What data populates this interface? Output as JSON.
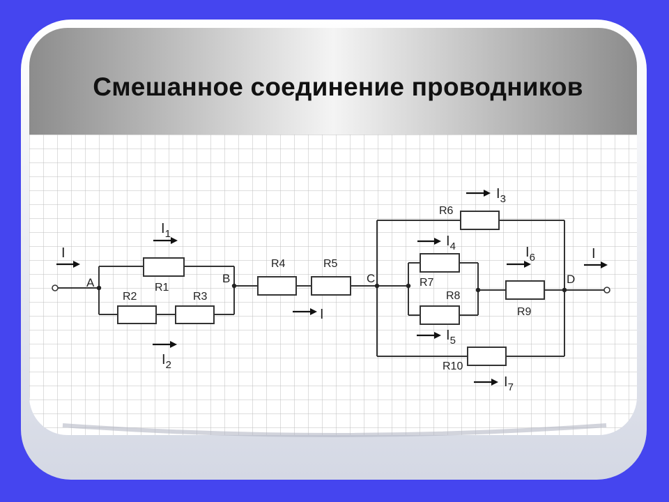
{
  "slide": {
    "title": "Смешанное соединение проводников",
    "background_color": "#4545ef"
  },
  "diagram": {
    "nodes": {
      "a": "A",
      "b": "B",
      "c": "C",
      "d": "D"
    },
    "resistors": {
      "r1": "R1",
      "r2": "R2",
      "r3": "R3",
      "r4": "R4",
      "r5": "R5",
      "r6": "R6",
      "r7": "R7",
      "r8": "R8",
      "r9": "R9",
      "r10": "R10"
    },
    "currents": {
      "in": {
        "base": "I"
      },
      "out": {
        "base": "I"
      },
      "mid": {
        "base": "I"
      },
      "i1": {
        "base": "I",
        "sub": "1"
      },
      "i2": {
        "base": "I",
        "sub": "2"
      },
      "i3": {
        "base": "I",
        "sub": "3"
      },
      "i4": {
        "base": "I",
        "sub": "4"
      },
      "i5": {
        "base": "I",
        "sub": "5"
      },
      "i6": {
        "base": "I",
        "sub": "6"
      },
      "i7": {
        "base": "I",
        "sub": "7"
      }
    }
  }
}
